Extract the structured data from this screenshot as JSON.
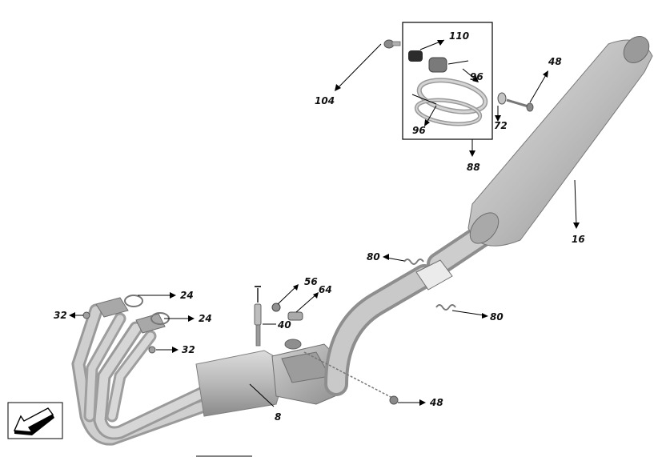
{
  "diagram": {
    "callouts": {
      "c110": "110",
      "c104": "104",
      "c96a": "96",
      "c96b": "96",
      "c72": "72",
      "c48top": "48",
      "c88": "88",
      "c16": "16",
      "c80top": "80",
      "c80bottom": "80",
      "c56": "56",
      "c64": "64",
      "c40": "40",
      "c24top": "24",
      "c24bottom": "24",
      "c32top": "32",
      "c32bottom": "32",
      "c48bottom": "48",
      "c8": "8"
    },
    "colors": {
      "metal_light": "#d8d8d8",
      "metal_mid": "#b0b0b0",
      "metal_dark": "#888888",
      "line": "#000000"
    },
    "icon": "orientation-arrow-icon"
  }
}
